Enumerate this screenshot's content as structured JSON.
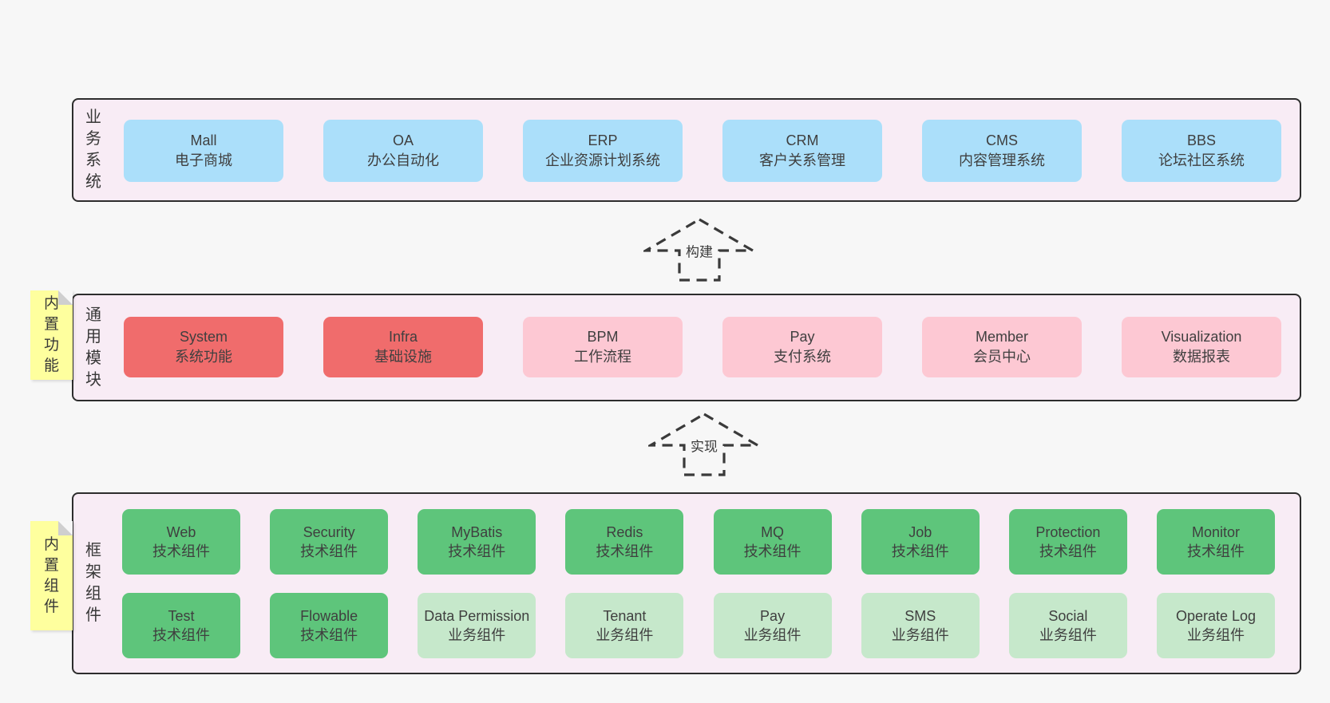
{
  "colors": {
    "page_bg": "#f7f7f7",
    "panel_bg": "#f8ecf5",
    "panel_border": "#2d2d2d",
    "blue": "#abdffa",
    "red": "#f06c6c",
    "pink": "#fdc8d3",
    "green": "#5ec57b",
    "light_green": "#c6e8cb",
    "yellow": "#feff9e",
    "fold": "#cfcfcf",
    "text": "#3f3f3f"
  },
  "arrows": {
    "build": "构建",
    "implement": "实现"
  },
  "sections": {
    "business": {
      "side_label": "业务系统",
      "boxes": [
        {
          "en": "Mall",
          "cn": "电子商城"
        },
        {
          "en": "OA",
          "cn": "办公自动化"
        },
        {
          "en": "ERP",
          "cn": "企业资源计划系统"
        },
        {
          "en": "CRM",
          "cn": "客户关系管理"
        },
        {
          "en": "CMS",
          "cn": "内容管理系统"
        },
        {
          "en": "BBS",
          "cn": "论坛社区系统"
        }
      ]
    },
    "modules": {
      "tab": "内置功能",
      "side_label": "通用模块",
      "boxes": [
        {
          "en": "System",
          "cn": "系统功能"
        },
        {
          "en": "Infra",
          "cn": "基础设施"
        },
        {
          "en": "BPM",
          "cn": "工作流程"
        },
        {
          "en": "Pay",
          "cn": "支付系统"
        },
        {
          "en": "Member",
          "cn": "会员中心"
        },
        {
          "en": "Visualization",
          "cn": "数据报表"
        }
      ]
    },
    "framework": {
      "tab": "内置组件",
      "side_label": "框架组件",
      "row1": [
        {
          "en": "Web",
          "cn": "技术组件"
        },
        {
          "en": "Security",
          "cn": "技术组件"
        },
        {
          "en": "MyBatis",
          "cn": "技术组件"
        },
        {
          "en": "Redis",
          "cn": "技术组件"
        },
        {
          "en": "MQ",
          "cn": "技术组件"
        },
        {
          "en": "Job",
          "cn": "技术组件"
        },
        {
          "en": "Protection",
          "cn": "技术组件"
        },
        {
          "en": "Monitor",
          "cn": "技术组件"
        }
      ],
      "row2": [
        {
          "en": "Test",
          "cn": "技术组件"
        },
        {
          "en": "Flowable",
          "cn": "技术组件"
        },
        {
          "en": "Data Permission",
          "cn": "业务组件"
        },
        {
          "en": "Tenant",
          "cn": "业务组件"
        },
        {
          "en": "Pay",
          "cn": "业务组件"
        },
        {
          "en": "SMS",
          "cn": "业务组件"
        },
        {
          "en": "Social",
          "cn": "业务组件"
        },
        {
          "en": "Operate Log",
          "cn": "业务组件"
        }
      ]
    }
  }
}
